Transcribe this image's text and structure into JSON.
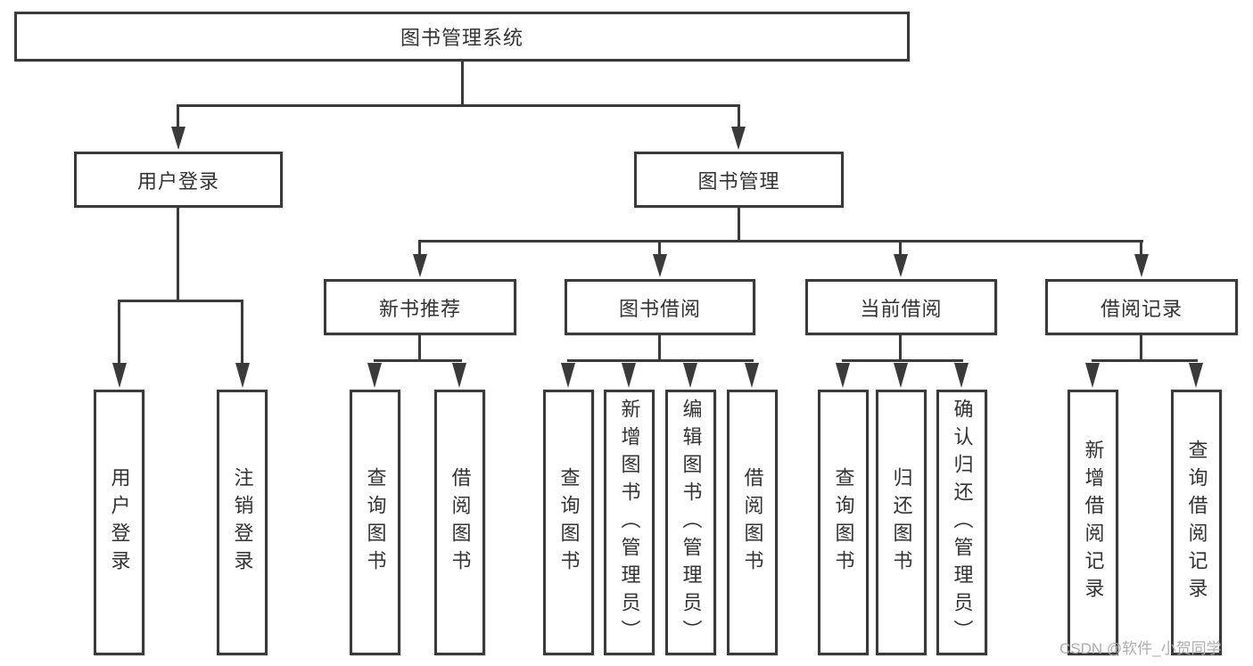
{
  "diagram": {
    "colors": {
      "line": "#3a3a3a",
      "text": "#333333",
      "watermark": "#adadad"
    },
    "watermark": "CSDN @软件_小贺同学",
    "tree": {
      "root": {
        "label": "图书管理系统"
      },
      "branches": [
        {
          "label": "用户登录",
          "children": [
            {
              "label": "用户登录"
            },
            {
              "label": "注销登录"
            }
          ]
        },
        {
          "label": "图书管理",
          "children": [
            {
              "label": "新书推荐",
              "children": [
                {
                  "label": "查询图书"
                },
                {
                  "label": "借阅图书"
                }
              ]
            },
            {
              "label": "图书借阅",
              "children": [
                {
                  "label": "查询图书"
                },
                {
                  "label": "新增图书（管理员）"
                },
                {
                  "label": "编辑图书（管理员）"
                },
                {
                  "label": "借阅图书"
                }
              ]
            },
            {
              "label": "当前借阅",
              "children": [
                {
                  "label": "查询图书"
                },
                {
                  "label": "归还图书"
                },
                {
                  "label": "确认归还（管理员）"
                }
              ]
            },
            {
              "label": "借阅记录",
              "children": [
                {
                  "label": "新增借阅记录"
                },
                {
                  "label": "查询借阅记录"
                }
              ]
            }
          ]
        }
      ]
    }
  }
}
